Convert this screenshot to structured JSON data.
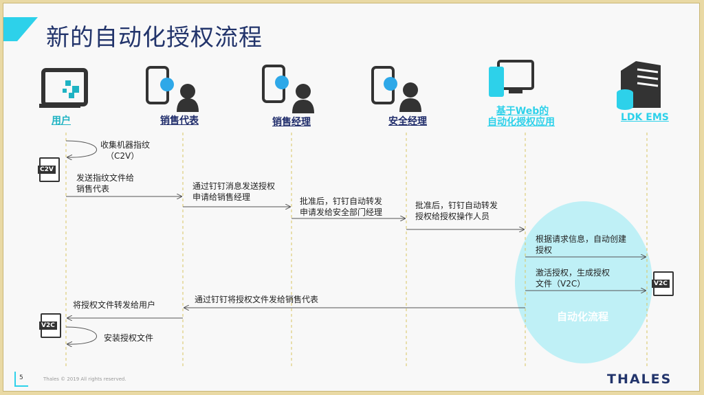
{
  "title": "新的自动化授权流程",
  "actors": [
    "用户",
    "销售代表",
    "销售经理",
    "安全经理",
    "基于Web的",
    "自动化授权应用",
    "LDK EMS"
  ],
  "messages": {
    "m1": [
      "收集机器指纹",
      "（C2V）"
    ],
    "m2": [
      "发送指纹文件给",
      "销售代表"
    ],
    "m3": [
      "通过钉钉消息发送授权",
      "申请给销售经理"
    ],
    "m4": [
      "批准后，钉钉自动转发",
      "申请发给安全部门经理"
    ],
    "m5": [
      "批准后，钉钉自动转发",
      "授权给授权操作人员"
    ],
    "m6": [
      "根据请求信息，自动创建",
      "授权"
    ],
    "m7": [
      "激活授权，生成授权",
      "文件（V2C）"
    ],
    "m8": "通过钉钉将授权文件发给销售代表",
    "m9": "将授权文件转发给用户",
    "m10": "安装授权文件"
  },
  "files": {
    "c2v": "C2V",
    "v2c": "V2C"
  },
  "auto_label": "自动化流程",
  "footer": {
    "page": "5",
    "copyright": "Thales © 2019 All rights reserved.",
    "logo": "THALES"
  },
  "colors": {
    "navy": "#1e2b6a",
    "cyan": "#2dd1ea",
    "bubble": "#bff0f6"
  }
}
